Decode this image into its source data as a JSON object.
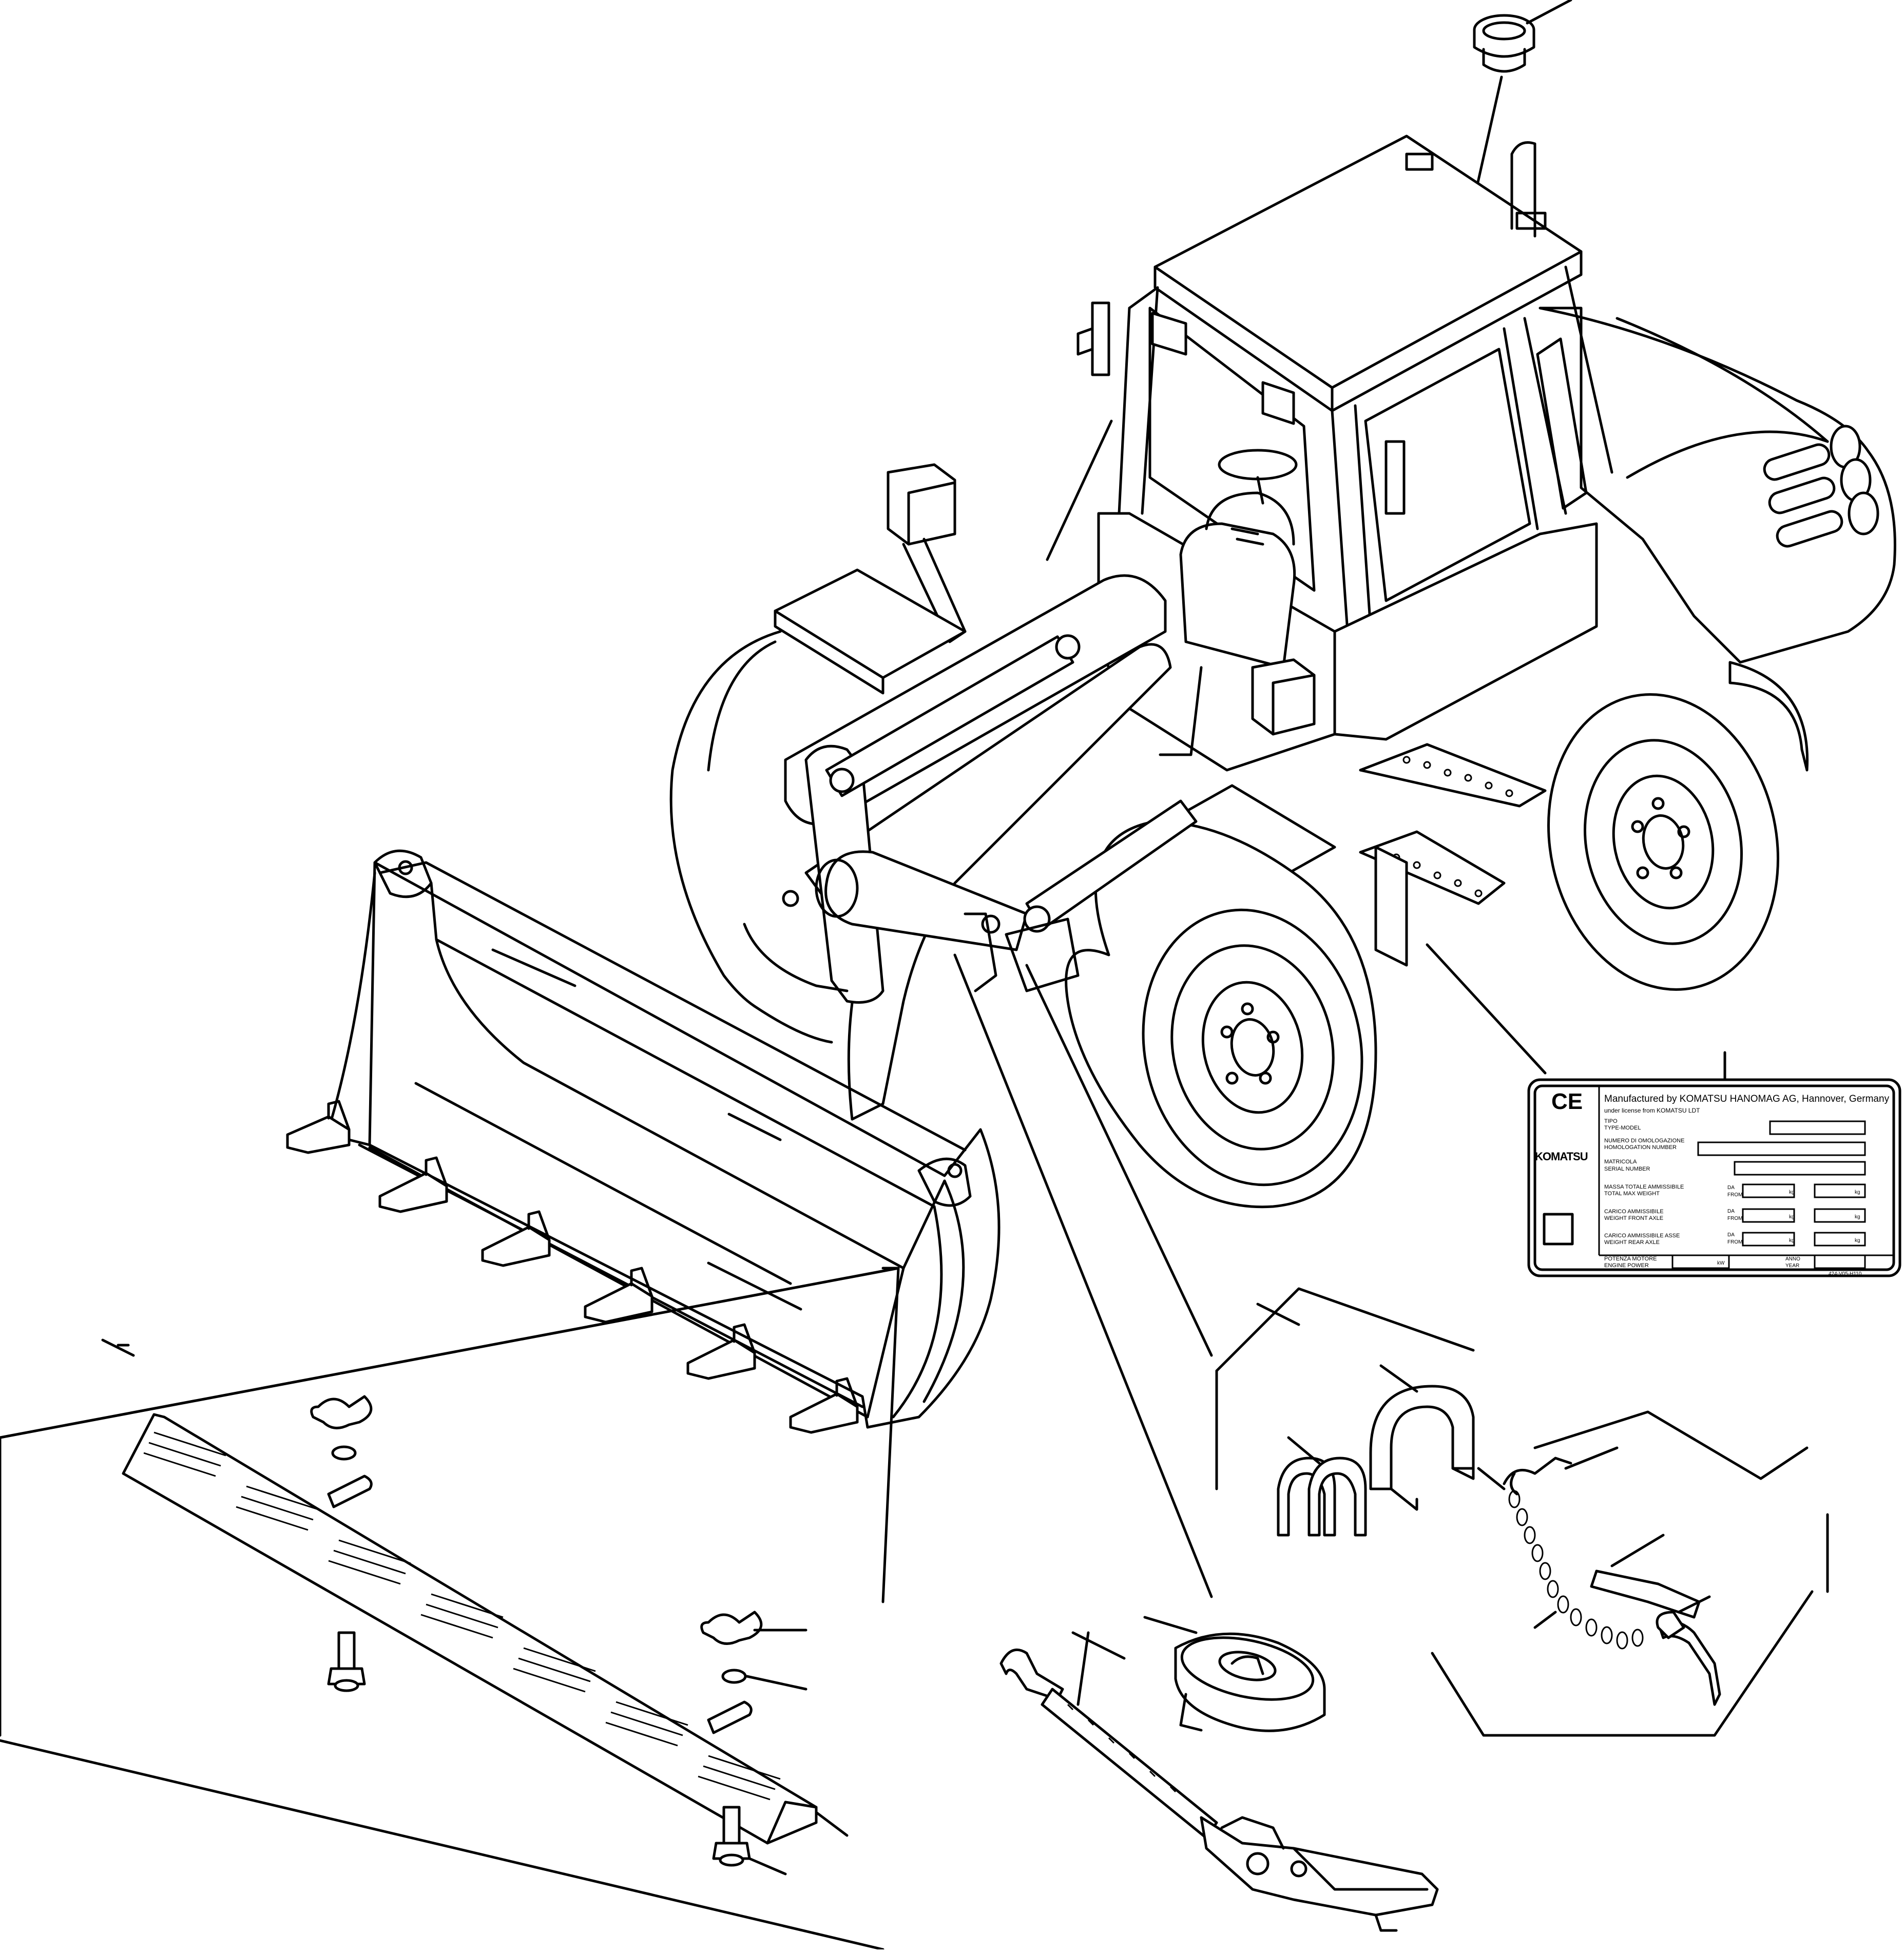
{
  "plate": {
    "ce_mark": "CE",
    "brand": "KOMATSU",
    "manufacturer": "Manufactured by KOMATSU HANOMAG AG, Hannover, Germany",
    "license": "under license from KOMATSU LDT",
    "rows": [
      {
        "it": "TIPO",
        "en": "TYPE-MODEL"
      },
      {
        "it": "NUMERO DI OMOLOGAZIONE",
        "en": "HOMOLOGATION NUMBER"
      },
      {
        "it": "MATRICOLA",
        "en": "SERIAL NUMBER"
      },
      {
        "it": "MASSA TOTALE AMMISSIBILE",
        "en": "TOTAL MAX WEIGHT"
      },
      {
        "it": "CARICO AMMISSIBILE",
        "en": "WEIGHT FRONT AXLE"
      },
      {
        "it": "CARICO AMMISSIBILE ASSE",
        "en": "WEIGHT REAR AXLE"
      },
      {
        "it": "POTENZA MOTORE",
        "en": "ENGINE POWER"
      }
    ],
    "da": "DA",
    "from": "FROM",
    "kg": "kg",
    "kw": "kW",
    "anno": "ANNO",
    "year": "YEAR",
    "ref_code": "424-V05-H110"
  }
}
